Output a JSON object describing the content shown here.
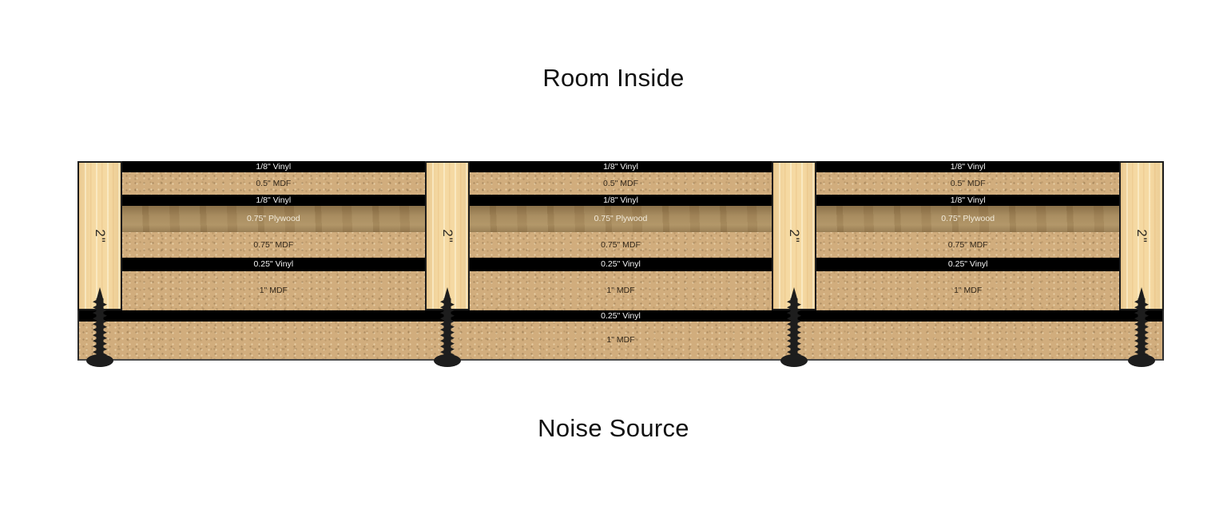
{
  "titles": {
    "top": "Room Inside",
    "bottom": "Noise Source"
  },
  "assembly": {
    "stud_label": "2\"",
    "stud_count": 4,
    "bay_count": 3,
    "screw_count": 4,
    "bay_layers": [
      {
        "label": "1/8\" Vinyl",
        "material": "vinyl",
        "h": 14
      },
      {
        "label": "0.5\" MDF",
        "material": "mdf",
        "h": 28
      },
      {
        "label": "1/8\" Vinyl",
        "material": "vinyl",
        "h": 14
      },
      {
        "label": "0.75\" Plywood",
        "material": "plywood",
        "h": 33
      },
      {
        "label": "0.75\" MDF",
        "material": "mdf",
        "h": 32
      },
      {
        "label": "0.25\" Vinyl",
        "material": "vinyl",
        "h": 17
      },
      {
        "label": "1\" MDF",
        "material": "mdf",
        "h": 49
      }
    ],
    "base_layers": [
      {
        "label": "0.25\" Vinyl",
        "material": "vinyl",
        "h": 14
      },
      {
        "label": "1\" MDF",
        "material": "mdf",
        "h": 49
      }
    ],
    "colors": {
      "vinyl": "#000000",
      "mdf": "#d1ad7d",
      "plywood": "#a4875a",
      "stud_wood": "#f5d9a2",
      "screw": "#1d1d1d",
      "background": "#ffffff",
      "title_text": "#111111"
    }
  }
}
